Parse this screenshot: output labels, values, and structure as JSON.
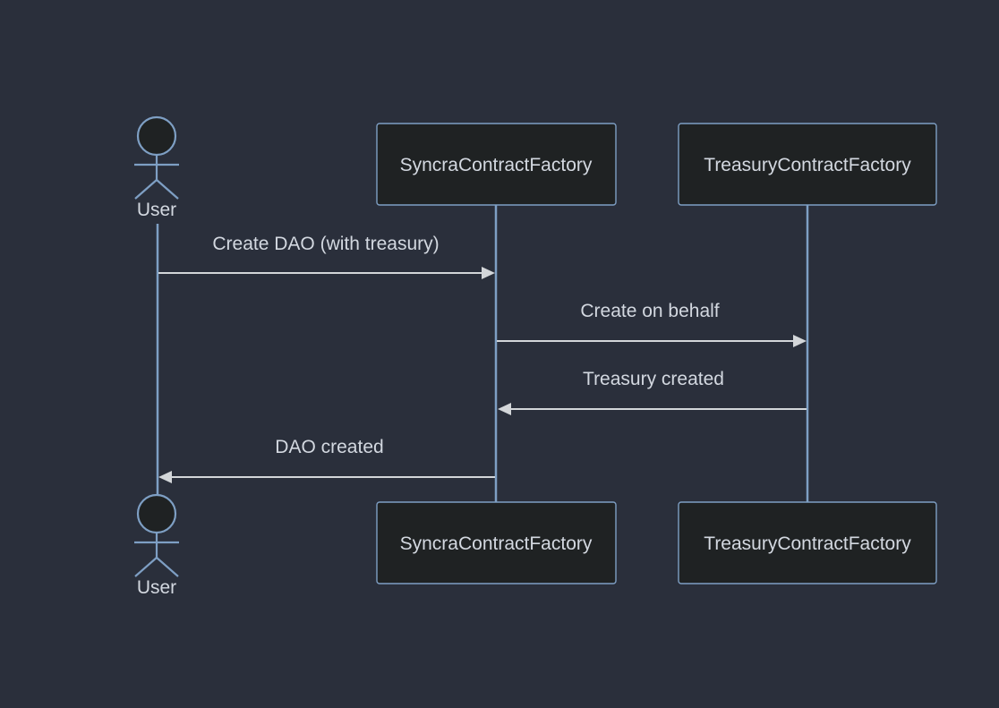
{
  "participants": {
    "user": {
      "label": "User",
      "kind": "actor"
    },
    "syncra": {
      "label": "SyncraContractFactory",
      "kind": "participant"
    },
    "treasury": {
      "label": "TreasuryContractFactory",
      "kind": "participant"
    }
  },
  "messages": [
    {
      "label": "Create DAO (with treasury)",
      "from": "user",
      "to": "syncra"
    },
    {
      "label": "Create on behalf",
      "from": "syncra",
      "to": "treasury"
    },
    {
      "label": "Treasury created",
      "from": "treasury",
      "to": "syncra"
    },
    {
      "label": "DAO created",
      "from": "syncra",
      "to": "user"
    }
  ],
  "colors": {
    "background": "#2a2f3b",
    "box_fill": "#1f2223",
    "border": "#7e9fc4",
    "text": "#d3d8e0",
    "arrow": "#d3d6d9"
  }
}
